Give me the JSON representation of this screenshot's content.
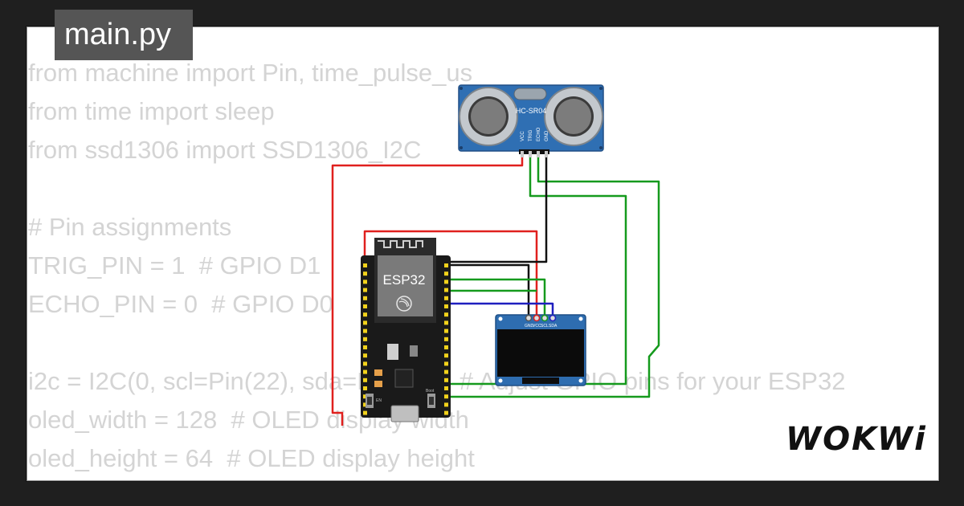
{
  "file_tab": {
    "label": "main.py"
  },
  "code_lines": [
    "from machine import Pin, time_pulse_us",
    "from time import sleep",
    "from ssd1306 import SSD1306_I2C",
    "",
    "# Pin assignments",
    "TRIG_PIN = 1  # GPIO D1",
    "ECHO_PIN = 0  # GPIO D0",
    "",
    "i2c = I2C(0, scl=Pin(22), sda=Pin(21))  # Adjust GPIO pins for your ESP32",
    "oled_width = 128  # OLED display width",
    "oled_height = 64  # OLED display height"
  ],
  "components": {
    "esp32_label": "ESP32",
    "sensor_label": "HC-SR04",
    "sensor_pins": [
      "VCC",
      "TRIG",
      "ECHO",
      "GND"
    ],
    "oled_pins": [
      "GND",
      "VCC",
      "SCL",
      "SDA"
    ],
    "board_buttons": [
      "EN",
      "Boot"
    ]
  },
  "wire_colors": {
    "power": "#e0201e",
    "ground": "#111111",
    "signal": "#159a1d",
    "data": "#1f1fbf"
  },
  "brand": {
    "name": "WOKWi"
  }
}
